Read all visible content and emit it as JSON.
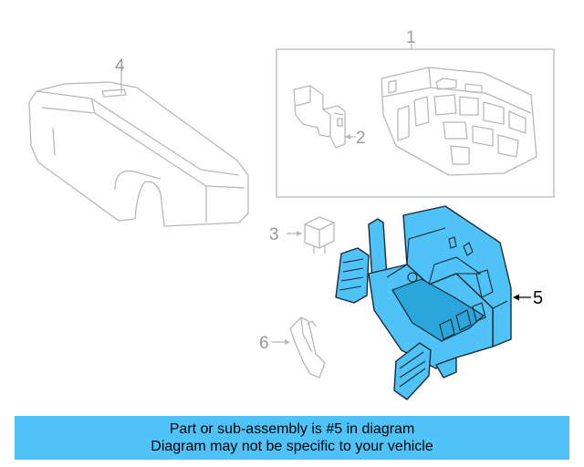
{
  "callouts": {
    "c1": "1",
    "c2": "2",
    "c3": "3",
    "c4": "4",
    "c5": "5",
    "c6": "6"
  },
  "banner": {
    "line1": "Part or sub-assembly is #5 in diagram",
    "line2": "Diagram may not be specific to your vehicle"
  },
  "colors": {
    "highlight": "#4fc3f7",
    "banner_bg": "#4fc3f7",
    "ghost_lines": "#b8b8b8"
  }
}
